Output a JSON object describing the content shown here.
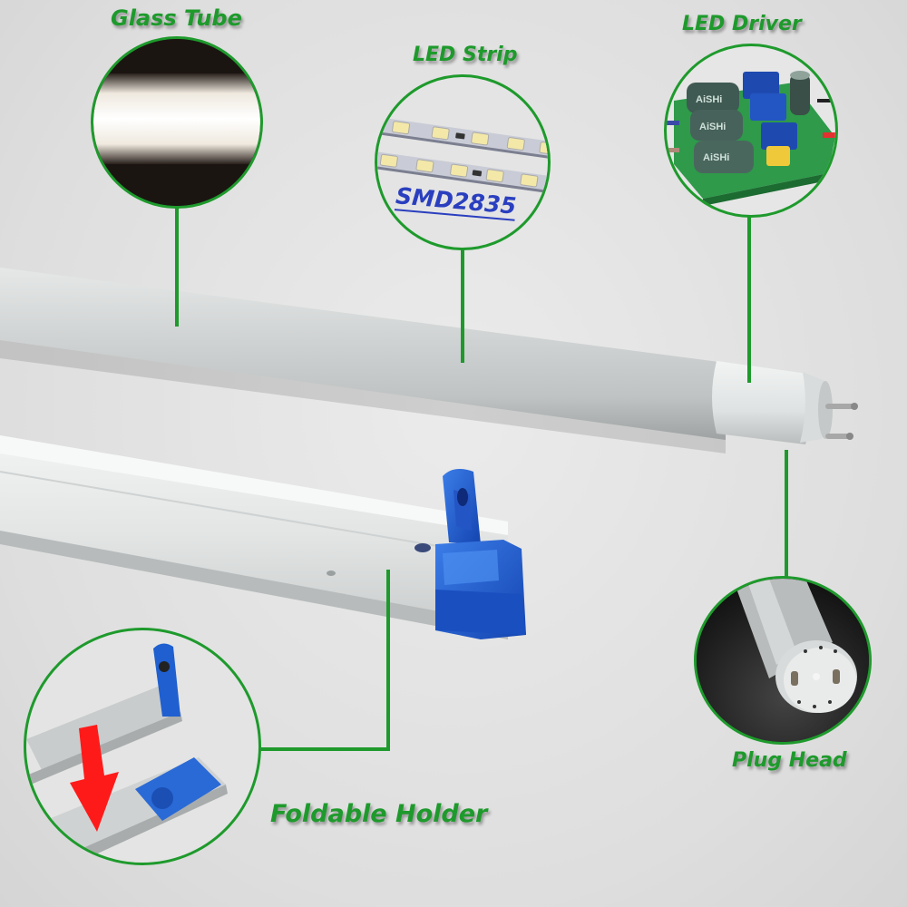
{
  "callouts": {
    "glass_tube": {
      "label": "Glass Tube"
    },
    "led_strip": {
      "label": "LED Strip",
      "chip_text": "SMD2835"
    },
    "led_driver": {
      "label": "LED Driver",
      "component_text": "AiSHi"
    },
    "plug_head": {
      "label": "Plug Head"
    },
    "foldable_holder": {
      "label": "Foldable Holder"
    }
  },
  "colors": {
    "accent_green": "#1e9a2c",
    "holder_blue": "#1f5fd0",
    "arrow_red": "#ff1a1a",
    "smd_text_blue": "#2a3fbf",
    "background": "#e2e2e2"
  }
}
